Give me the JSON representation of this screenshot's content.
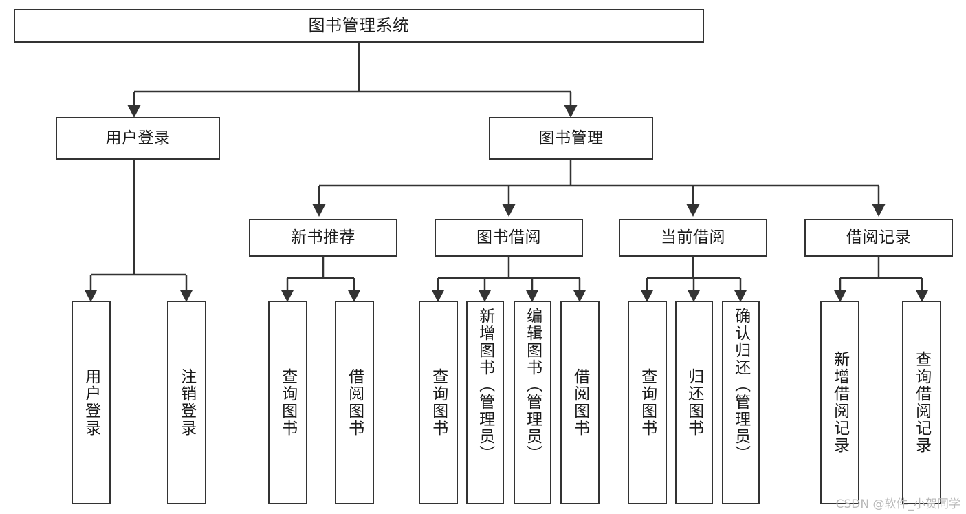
{
  "diagram": {
    "type": "tree",
    "title": "图书管理系统",
    "stroke_color": "#333333",
    "fill_color": "#ffffff",
    "text_color": "#1a1a1a",
    "watermark": "CSDN @软件_小贺同学"
  },
  "nodes": {
    "root": {
      "label": "图书管理系统"
    },
    "level2": [
      {
        "label": "用户登录"
      },
      {
        "label": "图书管理"
      }
    ],
    "level3": [
      {
        "label": "新书推荐"
      },
      {
        "label": "图书借阅"
      },
      {
        "label": "当前借阅"
      },
      {
        "label": "借阅记录"
      }
    ],
    "leaves": {
      "user_login": [
        {
          "label": "用户登录"
        },
        {
          "label": "注销登录"
        }
      ],
      "new_book_recommend": [
        {
          "label": "查询图书"
        },
        {
          "label": "借阅图书"
        }
      ],
      "book_borrow": [
        {
          "label": "查询图书"
        },
        {
          "label": "新增图书（管理员）"
        },
        {
          "label": "编辑图书（管理员）"
        },
        {
          "label": "借阅图书"
        }
      ],
      "current_borrow": [
        {
          "label": "查询图书"
        },
        {
          "label": "归还图书"
        },
        {
          "label": "确认归还（管理员）"
        }
      ],
      "borrow_record": [
        {
          "label": "新增借阅记录"
        },
        {
          "label": "查询借阅记录"
        }
      ]
    }
  }
}
